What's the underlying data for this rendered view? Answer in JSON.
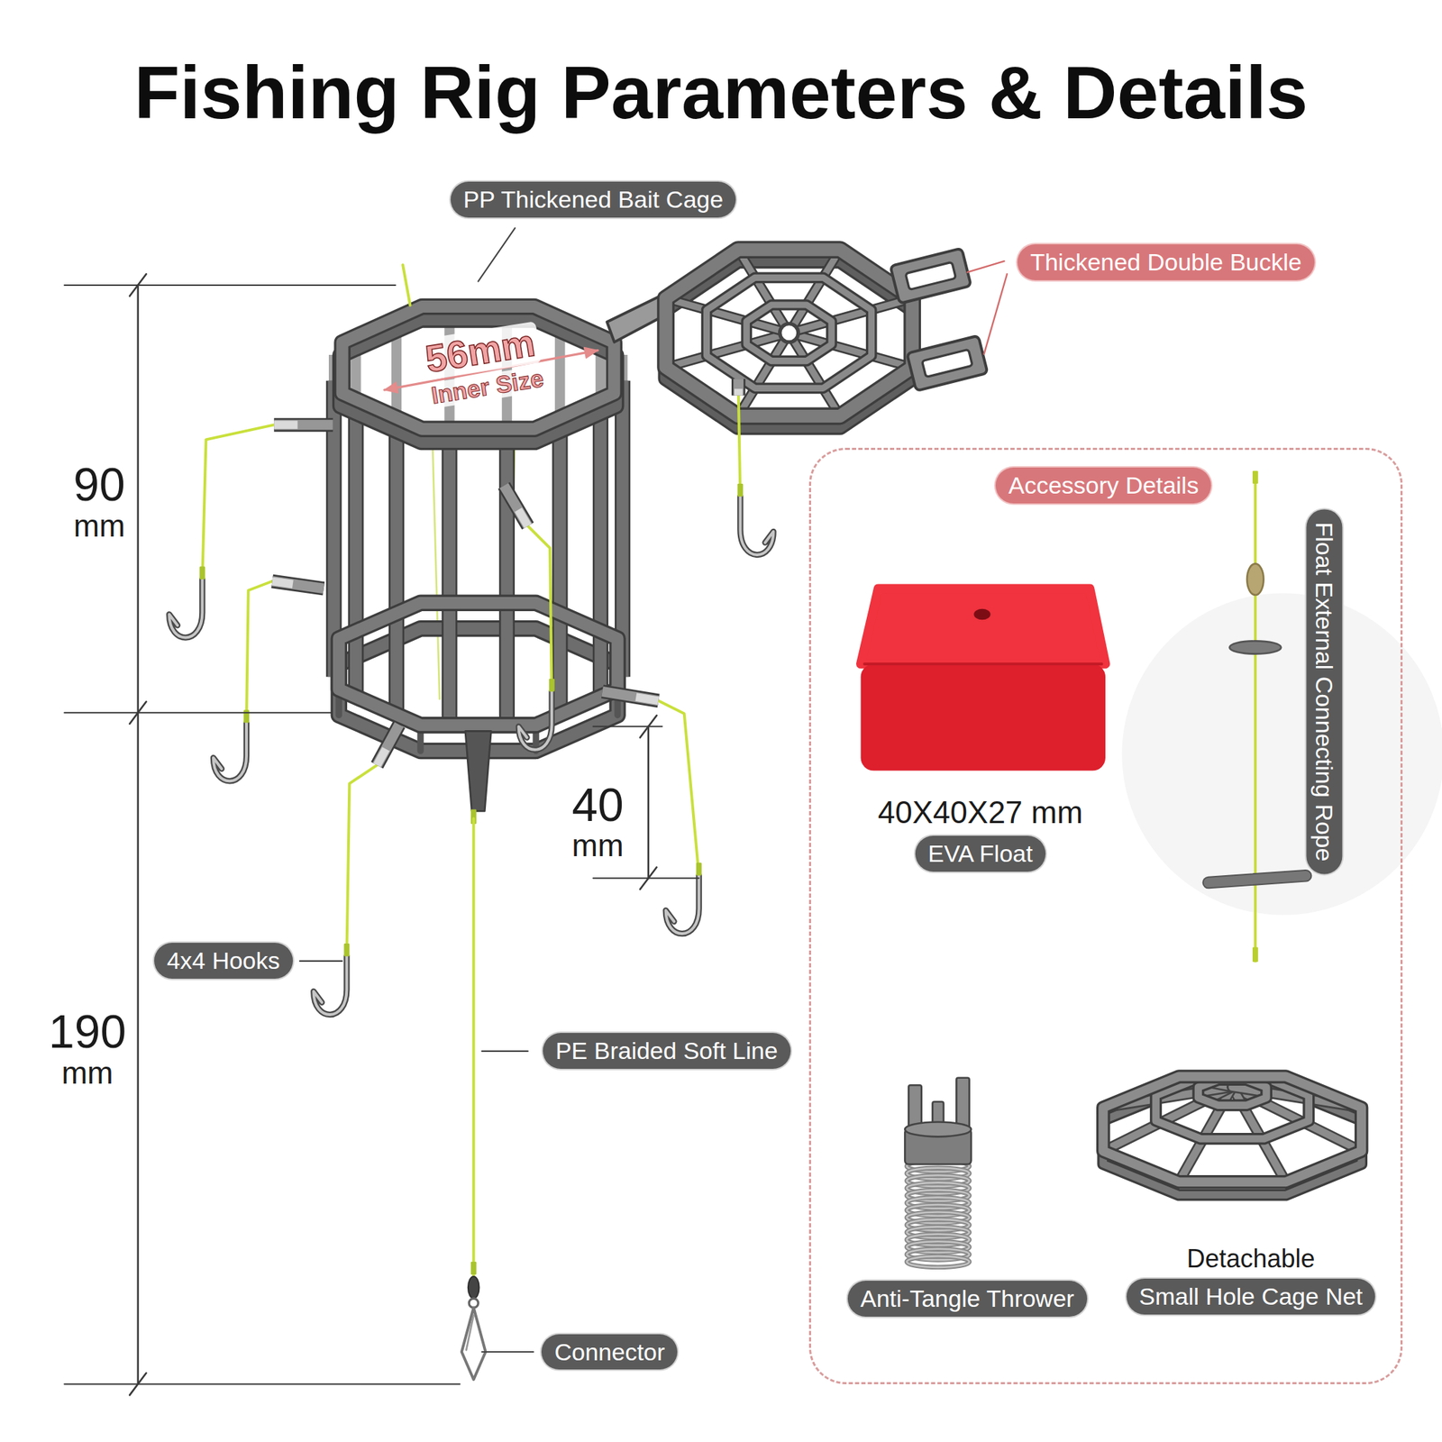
{
  "diagram": {
    "title": "Fishing Rig Parameters & Details",
    "nodes": [
      {
        "text": [
          "PP Thickened Bait Cage"
        ]
      },
      {
        "text": [
          "Thickened Double Buckle"
        ]
      },
      {
        "text": [
          "4x4 Hooks"
        ]
      },
      {
        "text": [
          "PE Braided Soft Line"
        ]
      },
      {
        "text": [
          "Connector"
        ]
      },
      {
        "text": [
          "Accessory Details"
        ]
      },
      {
        "text": [
          "40X40X27 mm",
          "EVA Float"
        ],
        "in": 5
      },
      {
        "text": [
          "Float External Connecting Rope"
        ],
        "in": 5
      },
      {
        "text": [
          "Anti-Tangle Thrower"
        ],
        "in": 5
      },
      {
        "text": [
          "Detachable",
          "Small Hole Cage Net"
        ],
        "in": 5
      }
    ],
    "labels": [
      "56mm",
      "Inner Size",
      "90 mm",
      "40 mm",
      "190 mm"
    ]
  }
}
